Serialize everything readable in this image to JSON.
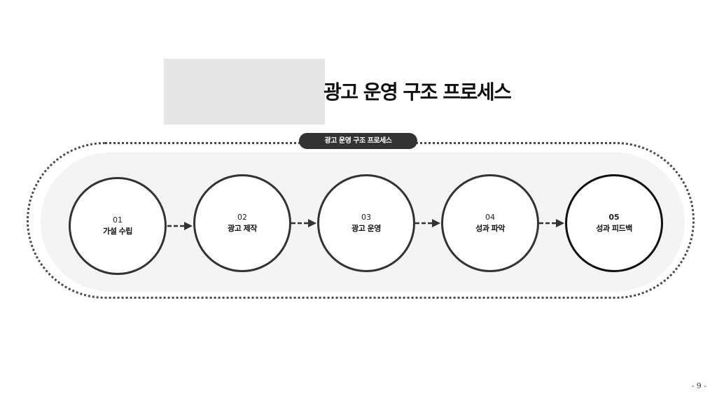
{
  "title": "광고 운영 구조 프로세스",
  "process_label": "광고 운영 구조 프로세스",
  "steps": [
    {
      "num": "01",
      "label": "가설 수립"
    },
    {
      "num": "02",
      "label": "광고 제작"
    },
    {
      "num": "03",
      "label": "광고 운영"
    },
    {
      "num": "04",
      "label": "성과 파악"
    },
    {
      "num": "05",
      "label": "성과 피드백"
    }
  ],
  "page_number": "- 9 -"
}
